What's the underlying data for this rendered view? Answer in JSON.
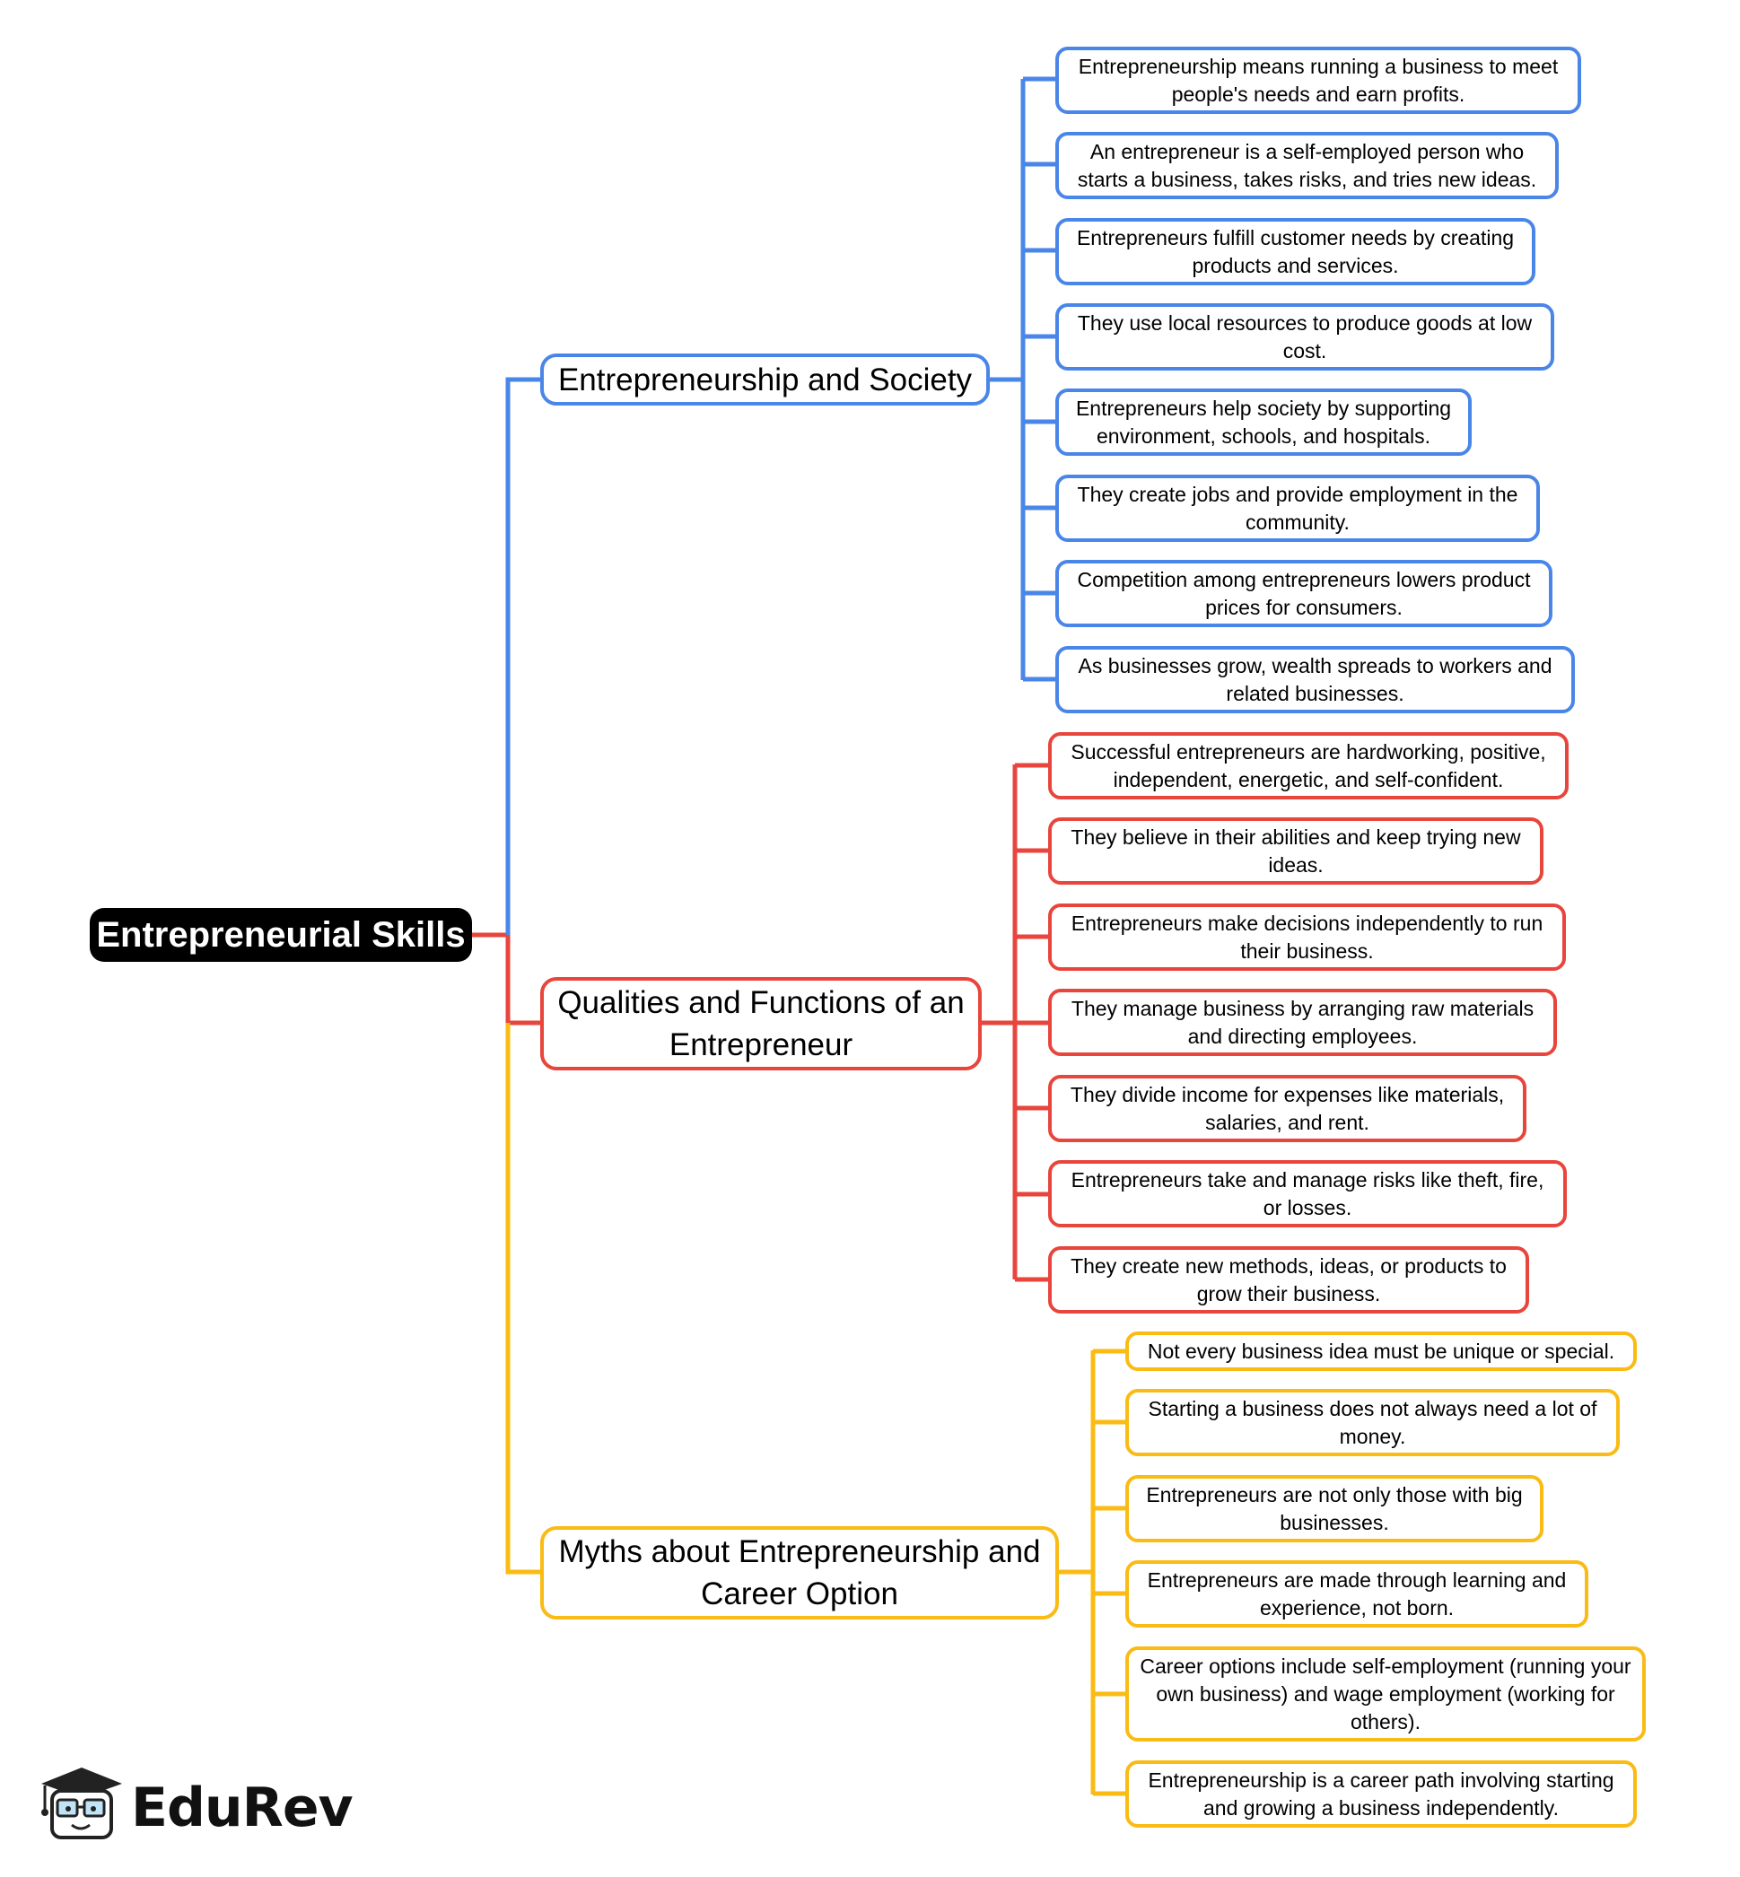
{
  "root": {
    "label": "Entrepreneurial Skills"
  },
  "colors": {
    "society": "#4a86e8",
    "qualities": "#e8453c",
    "myths": "#f9bb14",
    "root_bg": "#000000"
  },
  "branches": {
    "society": {
      "label": "Entrepreneurship and Society",
      "items": [
        "Entrepreneurship means running a business to meet people's needs and earn profits.",
        "An entrepreneur is a self-employed person who starts a business, takes risks, and tries new ideas.",
        "Entrepreneurs fulfill customer needs by creating products and services.",
        "They use local resources to produce goods at low cost.",
        "Entrepreneurs help society by supporting environment, schools, and hospitals.",
        "They create jobs and provide employment in the community.",
        "Competition among entrepreneurs lowers product prices for consumers.",
        "As businesses grow, wealth spreads to workers and related businesses."
      ]
    },
    "qualities": {
      "label": "Qualities and Functions of an Entrepreneur",
      "items": [
        "Successful entrepreneurs are hardworking, positive, independent, energetic, and self-confident.",
        "They believe in their abilities and keep trying new ideas.",
        "Entrepreneurs make decisions independently to run their business.",
        "They manage business by arranging raw materials and directing employees.",
        "They divide income for expenses like materials, salaries, and rent.",
        "Entrepreneurs take and manage risks like theft, fire, or losses.",
        "They create new methods, ideas, or products to grow their business."
      ]
    },
    "myths": {
      "label": "Myths about Entrepreneurship and Career Option",
      "items": [
        "Not every business idea must be unique or special.",
        "Starting a business does not always need a lot of money.",
        "Entrepreneurs are not only those with big businesses.",
        "Entrepreneurs are made through learning and experience, not born.",
        "Career options include self-employment (running your own business) and wage employment (working for others).",
        "Entrepreneurship is a career path involving starting and growing a business independently."
      ]
    }
  },
  "logo": {
    "text": "EduRev",
    "icon": "graduate-mascot-icon"
  }
}
